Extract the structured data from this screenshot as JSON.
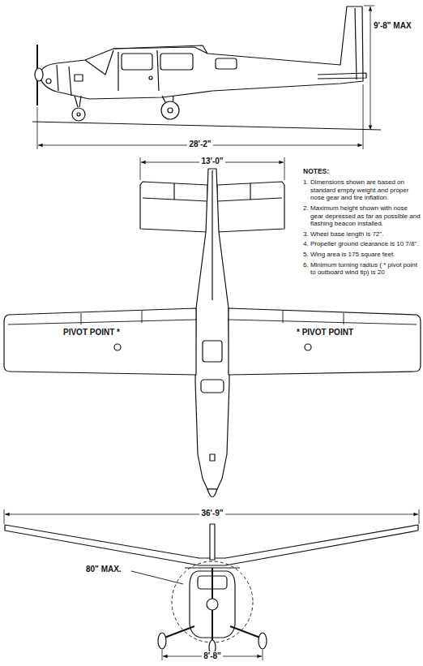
{
  "diagram": {
    "labels": [
      "9'-8\" MAX",
      "28'-2\"",
      "13'-0\"",
      "NOTES:",
      "1. Dimensions shown are based on standard empty weight and proper nose gear and tire inflation.",
      "2. Maximum height shown with nose gear depressed as far as possible and flashing beacon installed.",
      "3. Wheel base length is 72\".",
      "4. Propeller ground clearance is 10 7/8\".",
      "5. Wing area is 175 square feet.",
      "6. Minimum turning radius ( * pivot point to outboard wind tip) is 20",
      "PIVOT POINT *",
      "* PIVOT POINT",
      "36'-9\"",
      "80\" MAX.",
      "8'-8\""
    ]
  }
}
